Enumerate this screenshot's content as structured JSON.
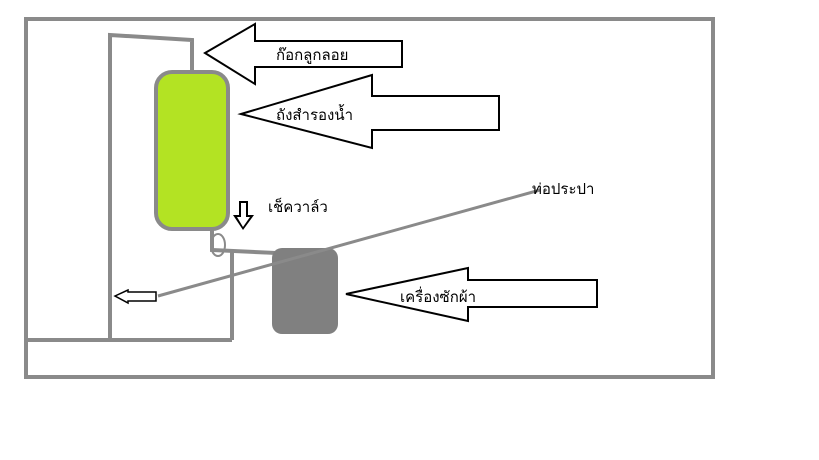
{
  "labels": {
    "float_valve": "ก๊อกลูกลอย",
    "reserve_tank": "ถังสำรองน้ำ",
    "check_valve": "เช็ควาล์ว",
    "water_main": "ท่อประปา",
    "washing_machine": "เครื่องซักผ้า"
  },
  "colors": {
    "frame": "#8a8a8a",
    "pipe": "#8a8a8a",
    "tank_fill": "#b3e323",
    "machine_fill": "#808080",
    "arrow_fill": "#ffffff",
    "arrow_stroke": "#000000"
  }
}
